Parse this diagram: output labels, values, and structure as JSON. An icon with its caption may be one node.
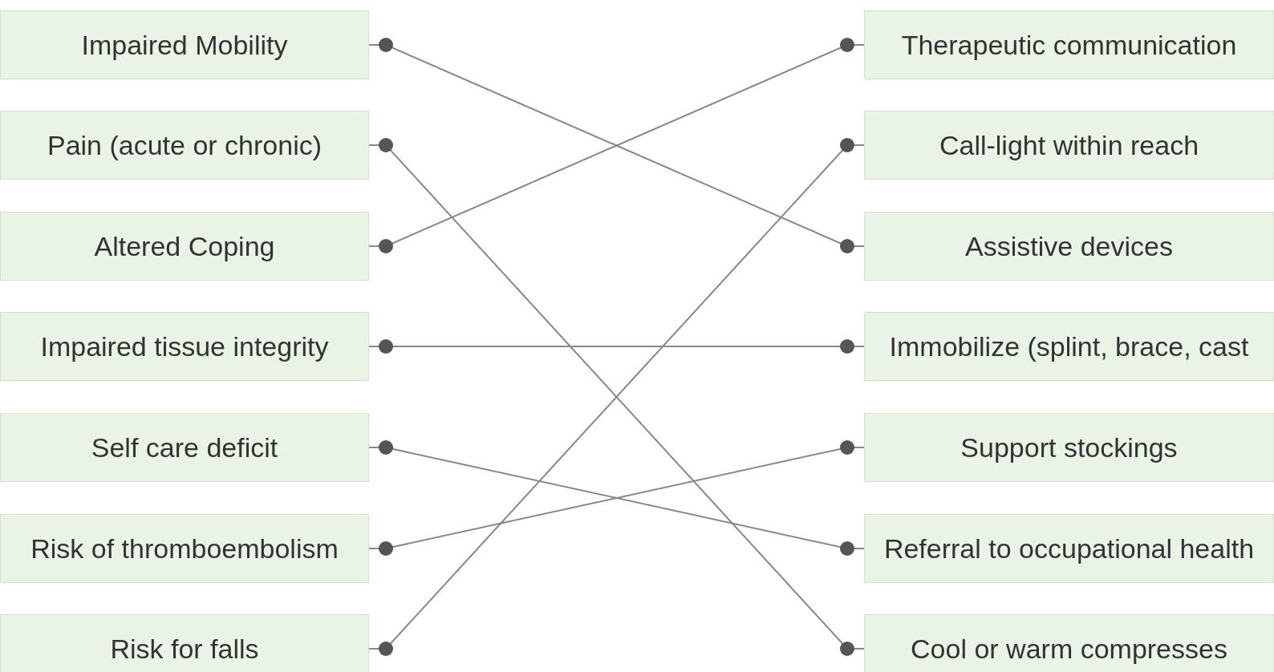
{
  "diagram": {
    "nodes": [
      {
        "text": [
          "Impaired Mobility"
        ]
      },
      {
        "text": [
          "Pain (acute or chronic)"
        ]
      },
      {
        "text": [
          "Altered Coping"
        ]
      },
      {
        "text": [
          "Impaired tissue integrity"
        ]
      },
      {
        "text": [
          "Self care deficit"
        ]
      },
      {
        "text": [
          "Risk of thromboembolism"
        ]
      },
      {
        "text": [
          "Risk for falls"
        ]
      },
      {
        "text": [
          "Therapeutic communication"
        ]
      },
      {
        "text": [
          "Call-light within reach"
        ]
      },
      {
        "text": [
          "Assistive devices"
        ]
      },
      {
        "text": [
          "Immobilize (splint, brace, cast"
        ]
      },
      {
        "text": [
          "Support stockings"
        ]
      },
      {
        "text": [
          "Referral to occupational health"
        ]
      },
      {
        "text": [
          "Cool or warm compresses"
        ]
      }
    ],
    "edges": [
      {
        "from": 0,
        "to": 9,
        "arrow": "other"
      },
      {
        "from": 1,
        "to": 13,
        "arrow": "other"
      },
      {
        "from": 2,
        "to": 7,
        "arrow": "other"
      },
      {
        "from": 3,
        "to": 10,
        "arrow": "other"
      },
      {
        "from": 4,
        "to": 12,
        "arrow": "other"
      },
      {
        "from": 5,
        "to": 11,
        "arrow": "other"
      },
      {
        "from": 6,
        "to": 8,
        "arrow": "other"
      }
    ]
  }
}
